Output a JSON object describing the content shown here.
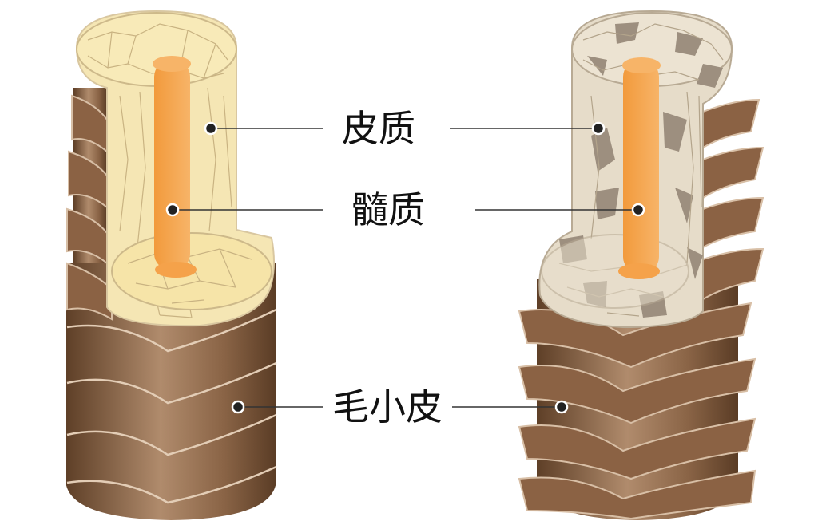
{
  "labels": {
    "cortex": "皮质",
    "medulla": "髓质",
    "cuticle": "毛小皮"
  },
  "colors": {
    "cuticle_dark": "#6b4a2f",
    "cuticle_mid": "#9c7555",
    "cuticle_light": "#c9ab8f",
    "cortex_healthy": "#f5e6b4",
    "cortex_damaged": "#e6dcc9",
    "cortex_damaged_patch": "#9d8f7f",
    "medulla": "#f0a048",
    "leader_line": "#333333"
  },
  "icons": {
    "left_hair": "healthy-hair-shaft",
    "right_hair": "damaged-hair-shaft"
  }
}
